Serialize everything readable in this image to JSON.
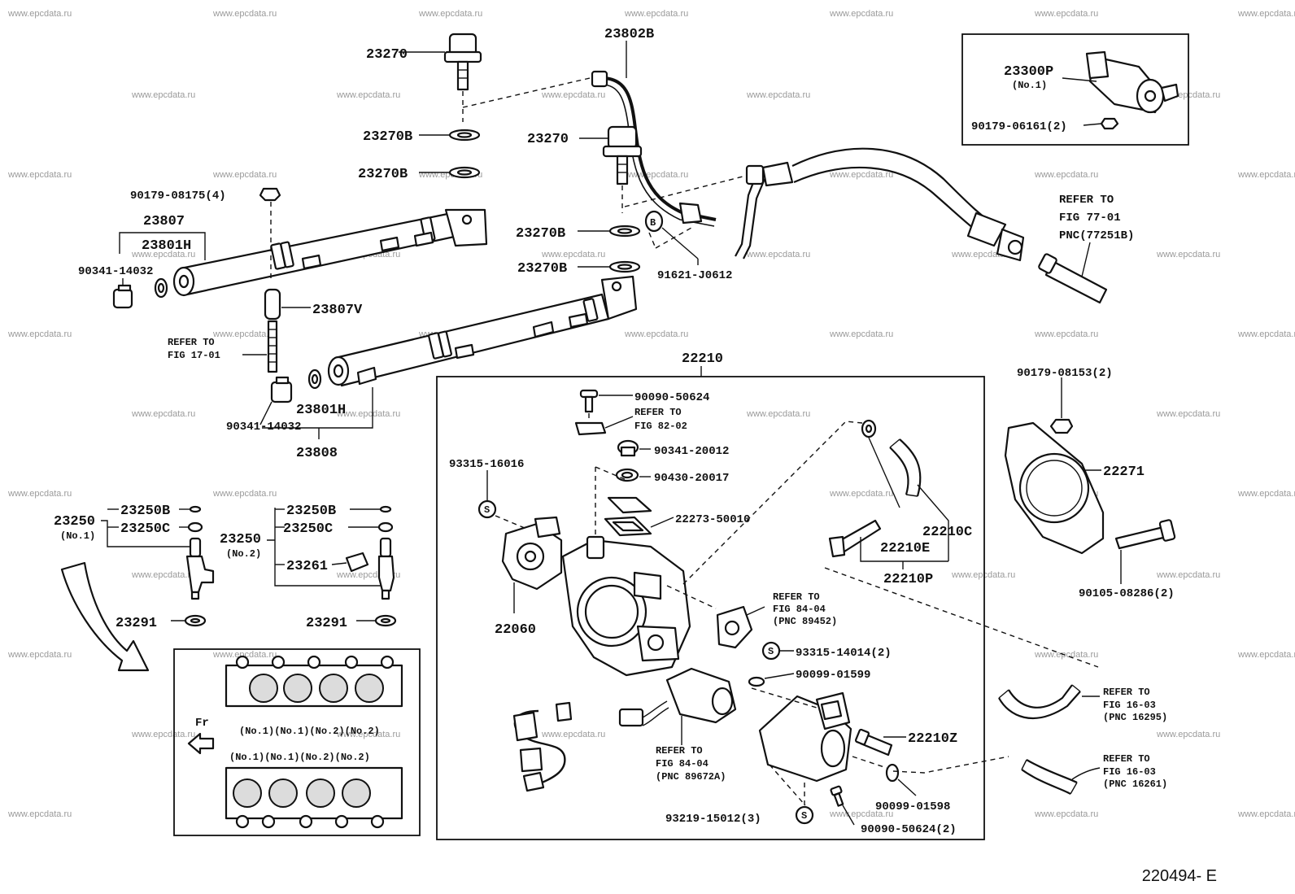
{
  "diagram": {
    "figure_code": "220494- E",
    "watermark_text": "www.epcdata.ru",
    "labels": {
      "p23270_a": "23270",
      "p23802b": "23802B",
      "p23270b_a": "23270B",
      "p23270_b": "23270",
      "p23270b_b": "23270B",
      "p23270b_c": "23270B",
      "p23270b_d": "23270B",
      "p90179_08175": "90179-08175(4)",
      "p23807": "23807",
      "p23801h_a": "23801H",
      "p90341_14032_a": "90341-14032",
      "p23807v": "23807V",
      "refer_fig17_l1": "REFER TO",
      "refer_fig17_l2": "FIG 17-01",
      "p23801h_b": "23801H",
      "p90341_14032_b": "90341-14032",
      "p23808": "23808",
      "p91621": "91621-J0612",
      "b_marker": "B",
      "p23300p": "23300P",
      "p23300p_sub": "(No.1)",
      "p90179_06161": "90179-06161(2)",
      "refer_fig77_l1": "REFER TO",
      "refer_fig77_l2": "FIG 77-01",
      "refer_fig77_l3": "PNC(77251B)",
      "p22210": "22210",
      "p90090_50624": "90090-50624",
      "refer_fig82_l1": "REFER TO",
      "refer_fig82_l2": "FIG 82-02",
      "p90341_20012": "90341-20012",
      "p90430_20017": "90430-20017",
      "p93315_16016": "93315-16016",
      "p22273_50010": "22273-50010",
      "p22060": "22060",
      "refer_fig84a_l1": "REFER TO",
      "refer_fig84a_l2": "FIG 84-04",
      "refer_fig84a_l3": "(PNC 89452)",
      "p93315_14014": "93315-14014(2)",
      "p90099_01599": "90099-01599",
      "refer_fig84b_l1": "REFER TO",
      "refer_fig84b_l2": "FIG 84-04",
      "refer_fig84b_l3": "(PNC 89672A)",
      "p22210z": "22210Z",
      "p90099_01598": "90099-01598",
      "p93219_15012": "93219-15012(3)",
      "p90090_50624_2": "90090-50624(2)",
      "p22210c": "22210C",
      "p22210e": "22210E",
      "p22210p": "22210P",
      "p90179_08153": "90179-08153(2)",
      "p22271": "22271",
      "p90105_08286": "90105-08286(2)",
      "refer_fig16a_l1": "REFER TO",
      "refer_fig16a_l2": "FIG 16-03",
      "refer_fig16a_l3": "(PNC 16295)",
      "refer_fig16b_l1": "REFER TO",
      "refer_fig16b_l2": "FIG 16-03",
      "refer_fig16b_l3": "(PNC 16261)",
      "p23250_a": "23250",
      "p23250_a_sub": "(No.1)",
      "p23250b_a": "23250B",
      "p23250c_a": "23250C",
      "p23291_a": "23291",
      "p23250_b": "23250",
      "p23250_b_sub": "(No.2)",
      "p23250b_b": "23250B",
      "p23250c_b": "23250C",
      "p23261": "23261",
      "p23291_b": "23291",
      "fr_label": "Fr",
      "row1_labels": "(No.1)(No.1)(No.2)(No.2)",
      "row2_labels": "(No.1)(No.1)(No.2)(No.2)",
      "s_marker": "S"
    }
  }
}
